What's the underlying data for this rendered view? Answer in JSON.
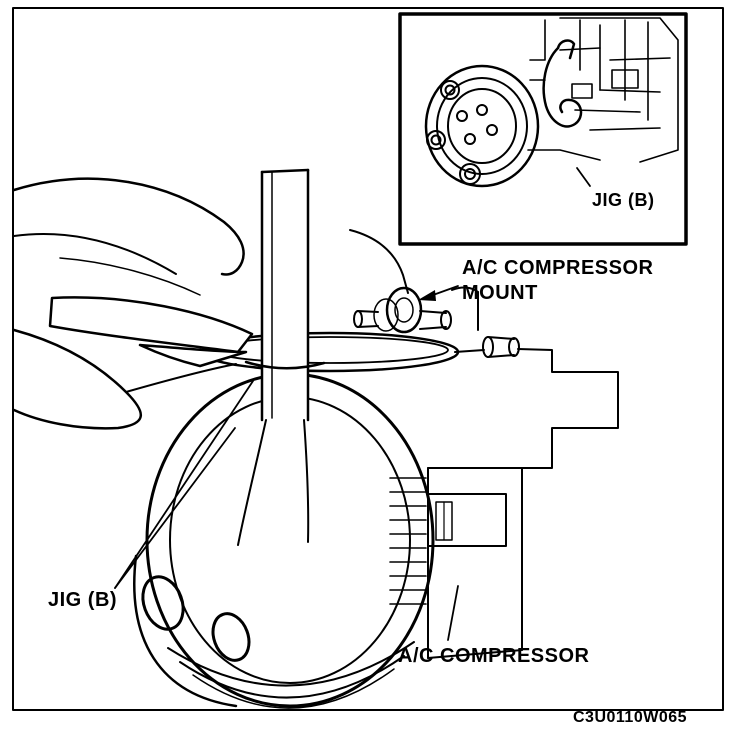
{
  "figure": {
    "code": "C3U0110W065"
  },
  "labels": {
    "inset_jig": "JIG (B)",
    "mount_line1": "A/C COMPRESSOR",
    "mount_line2": "MOUNT",
    "jig": "JIG (B)",
    "compressor": "A/C COMPRESSOR"
  },
  "colors": {
    "line": "#000000",
    "background": "#ffffff"
  }
}
